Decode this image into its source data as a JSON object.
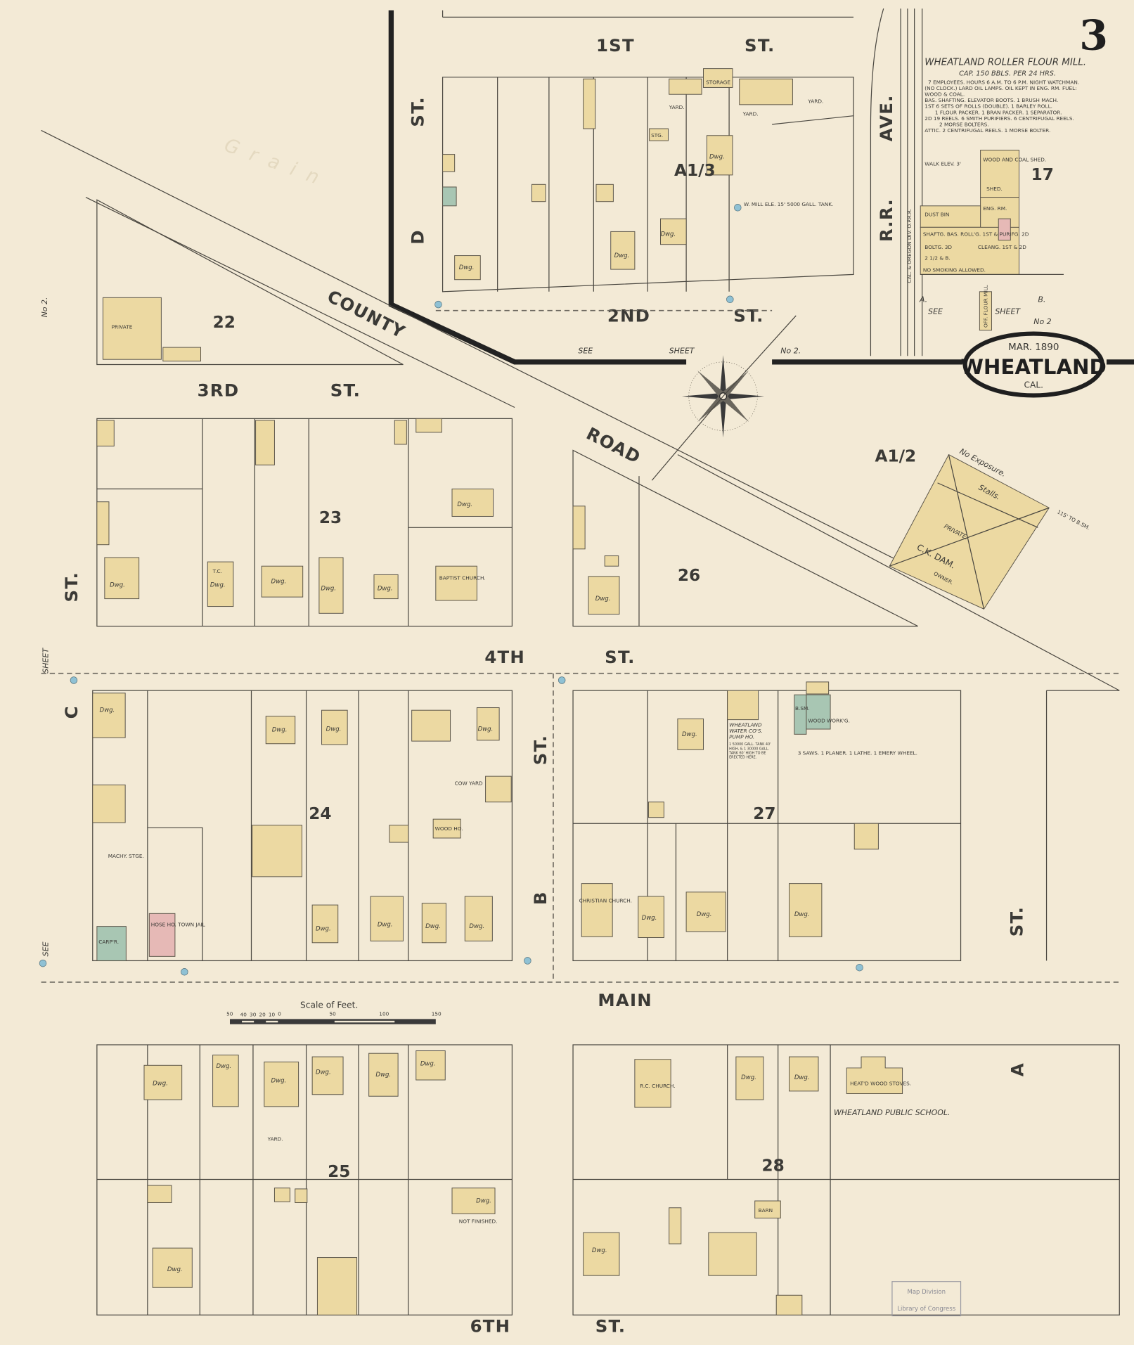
{
  "sheet_number": "3",
  "cartouche": {
    "date": "MAR. 1890",
    "town": "WHEATLAND",
    "state": "CAL."
  },
  "watermark": "Grain",
  "colors": {
    "paper": "#f3ead6",
    "frame_building": "#ecd9a2",
    "stone_building": "#a8c6b3",
    "brick_building": "#e6b9b6",
    "hydrant": "#8fc1d4"
  },
  "streets": {
    "first_st": "1ST",
    "first_st_suffix": "ST.",
    "second_st": "2ND",
    "second_st_suffix": "ST.",
    "third_st": "3RD",
    "third_st_suffix": "ST.",
    "fourth_st": "4TH",
    "fourth_st_suffix": "ST.",
    "sixth_st": "6TH",
    "sixth_st_suffix": "ST.",
    "main": "MAIN",
    "d_st": "D",
    "d_st_suffix": "ST.",
    "c_st": "C",
    "c_st_suffix": "ST.",
    "b_st": "B",
    "b_st_suffix": "ST.",
    "a_st": "A",
    "a_st_suffix": "ST.",
    "rr_ave": "R.R.",
    "rr_ave_suffix": "AVE.",
    "county": "COUNTY",
    "road": "ROAD",
    "railroad": "CAL. & OREGON DIV. O.P.R.R."
  },
  "references": {
    "see_sheet_2_top": [
      "SEE",
      "SHEET",
      "No 2."
    ],
    "see_sheet_2_right": [
      "A.",
      "SEE",
      "SHEET",
      "B.",
      "No 2"
    ],
    "see_sheet_c": [
      "SEE",
      "SHEET",
      "C"
    ],
    "no_2_left": "No 2."
  },
  "blocks": {
    "b17": "17",
    "b22": "22",
    "b23": "23",
    "b24": "24",
    "b25": "25",
    "b26": "26",
    "b27": "27",
    "b28": "28",
    "a13": "A1/3",
    "a12": "A1/2"
  },
  "mill_legend": {
    "title": "WHEATLAND ROLLER FLOUR MILL.",
    "capacity": "CAP. 150 BBLS. PER 24 HRS.",
    "lines": [
      "7 EMPLOYEES. HOURS 6 A.M. TO 6 P.M. NIGHT WATCHMAN.",
      "(NO CLOCK.) LARD OIL LAMPS. OIL KEPT IN ENG. RM. FUEL:",
      "WOOD & COAL.",
      "BAS. SHAFTING. ELEVATOR BOOTS. 1 BRUSH MACH.",
      "1ST 6 SETS OF ROLLS (DOUBLE). 1 BARLEY ROLL.",
      "1 FLOUR PACKER. 1 BRAN PACKER. 1 SEPARATOR.",
      "2D 19 REELS. 6 SMITH PURIFIERS. 6 CENTRIFUGAL REELS.",
      "2 MORSE BOLTERS.",
      "ATTIC. 2 CENTRIFUGAL REELS. 1 MORSE BOLTER."
    ]
  },
  "mill_building": [
    "WOOD AND COAL SHED.",
    "SHED.",
    "ENG. RM.",
    "DUST BIN",
    "SHAFTG. BAS. ROLL'G. 1ST & PURIFG. 2D",
    "BOLTG. 3D",
    "CLEANG. 1ST & 2D",
    "2 1/2 & B.",
    "NO SMOKING ALLOWED.",
    "OFF. FLOUR MILL",
    "WALK ELEV. 3'"
  ],
  "landmarks": {
    "baptist": "BAPTIST CHURCH.",
    "christian": "CHRISTIAN CHURCH.",
    "rc": "R.C. CHURCH.",
    "school": "WHEATLAND PUBLIC SCHOOL.",
    "school_note": "HEAT'D WOOD STOVES.",
    "water_co": "WHEATLAND WATER CO'S. PUMP HO.",
    "water_note": "1 50000 GALL. TANK 40' HIGH, & 1 30000 GALL. TANK 60' HIGH TO BE ERECTED HERE.",
    "shop_note": "3 SAWS. 1 PLANER. 1 LATHE. 1 EMERY WHEEL.",
    "blacksmith": "B.SM.",
    "woodwork": "WOOD WORK'G.",
    "private": "PRIVATE",
    "stable_private": "PRIVATE.",
    "stalls": "Stalls.",
    "owner": "C.K. DAM.",
    "owner_label": "OWNER.",
    "exposure": "No Exposure.",
    "to_bsm": "115' TO B.SM.",
    "cow_yard": "COW YARD",
    "town_jail": "HOSE HO. TOWN JAIL",
    "not_finished": "NOT FINISHED.",
    "machy": "MACHY. STGE.",
    "carpenter": "CARP'R.",
    "wmill_tank": "W. MILL ELE. 15' 5000 GALL. TANK."
  },
  "building_labels": {
    "dwg": "Dwg.",
    "yard": "YARD.",
    "stg": "STG.",
    "wood_ho": "WOOD HO.",
    "tc": "T.C.",
    "barn": "BARN",
    "storage": "STORAGE"
  },
  "scale": {
    "title": "Scale of Feet.",
    "ticks": [
      "50",
      "40",
      "30",
      "20",
      "10",
      "0",
      "50",
      "100",
      "150"
    ]
  },
  "stamp": {
    "line1": "Map Division",
    "line2": "Library of Congress"
  }
}
